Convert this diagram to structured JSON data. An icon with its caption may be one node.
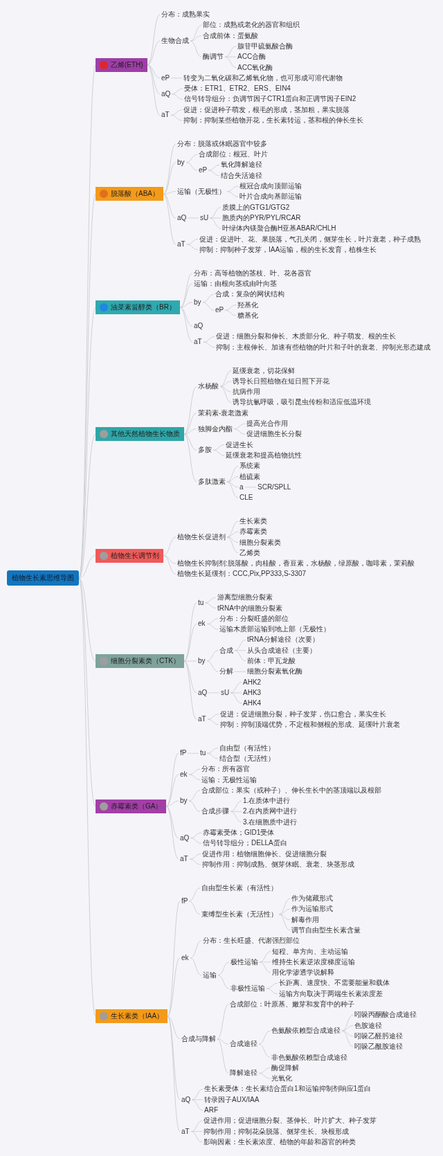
{
  "diagram": {
    "nodes": [
      {
        "text": [
          "植物生长素思维导图"
        ]
      },
      {
        "text": [
          "乙烯(ETH)"
        ]
      },
      {
        "text": [
          "分布：成熟果实"
        ]
      },
      {
        "text": [
          "生物合成"
        ]
      },
      {
        "text": [
          "部位：成熟或老化的器官和组织"
        ]
      },
      {
        "text": [
          "合成前体：蛋氨酸"
        ]
      },
      {
        "text": [
          "酶调节"
        ]
      },
      {
        "text": [
          "腺苷甲硫氨酸合酶"
        ]
      },
      {
        "text": [
          "ACC合酶"
        ]
      },
      {
        "text": [
          "ACC氧化酶"
        ]
      },
      {
        "text": [
          "eP"
        ]
      },
      {
        "text": [
          "转变为二氧化碳和乙烯氧化物，也可形成可溶代谢物"
        ]
      },
      {
        "text": [
          "aQ"
        ]
      },
      {
        "text": [
          "受体：ETR1、ETR2、ERS、EIN4"
        ]
      },
      {
        "text": [
          "信号转导组分：负调节因子CTR1蛋白和正调节因子EIN2"
        ]
      },
      {
        "text": [
          "aT"
        ]
      },
      {
        "text": [
          "促进：促进种子萌发，根毛的形成，茎加粗，果实脱落"
        ]
      },
      {
        "text": [
          "抑制：抑制某些植物开花，生长素转运，茎和根的伸长生长"
        ]
      },
      {
        "text": [
          "脱落酸（ABA）"
        ]
      },
      {
        "text": [
          "分布：脱落或休眠器官中较多"
        ]
      },
      {
        "text": [
          "by"
        ]
      },
      {
        "text": [
          "合成部位：根冠、叶片"
        ]
      },
      {
        "text": [
          "eP"
        ]
      },
      {
        "text": [
          "氧化降解途径"
        ]
      },
      {
        "text": [
          "结合失活途径"
        ]
      },
      {
        "text": [
          "运输（无极性）"
        ]
      },
      {
        "text": [
          "根冠合成向顶部运输"
        ]
      },
      {
        "text": [
          "叶片合成向基部运输"
        ]
      },
      {
        "text": [
          "aQ"
        ]
      },
      {
        "text": [
          "sU"
        ]
      },
      {
        "text": [
          "质膜上的GTG1/GTG2"
        ]
      },
      {
        "text": [
          "胞质内的PYR/PYL/RCAR"
        ]
      },
      {
        "text": [
          "叶绿体内镁螯合酶H亚基ABAR/CHLH"
        ]
      },
      {
        "text": [
          "aT"
        ]
      },
      {
        "text": [
          "促进：促进叶、花、果脱落，气孔关闭，侧芽生长，叶片衰老，种子成熟"
        ]
      },
      {
        "text": [
          "抑制：抑制种子发芽，IAA运输，根的生长发育，植株生长"
        ]
      },
      {
        "text": [
          "油菜素甾醇类（BR）"
        ]
      },
      {
        "text": [
          "分布：高等植物的茎枝、叶、花各器官"
        ]
      },
      {
        "text": [
          "运输：由根向茎或由叶向茎"
        ]
      },
      {
        "text": [
          "by"
        ]
      },
      {
        "text": [
          "合成：复杂的网状结构"
        ]
      },
      {
        "text": [
          "eP"
        ]
      },
      {
        "text": [
          "羟基化"
        ]
      },
      {
        "text": [
          "糖基化"
        ]
      },
      {
        "text": [
          "aQ"
        ]
      },
      {
        "text": [
          "aT"
        ]
      },
      {
        "text": [
          "促进：细胞分裂和伸长、木质部分化、种子萌发、根的生长"
        ]
      },
      {
        "text": [
          "抑制：主根伸长、加速有些植物的叶片和子叶的衰老、抑制光形态建成"
        ]
      },
      {
        "text": [
          "其他天然植物生长物质"
        ]
      },
      {
        "text": [
          "水杨酸"
        ]
      },
      {
        "text": [
          "延缓衰老，切花保鲜"
        ]
      },
      {
        "text": [
          "诱导长日照植物在短日照下开花"
        ]
      },
      {
        "text": [
          "抗病作用"
        ]
      },
      {
        "text": [
          "诱导抗氰呼吸，吸引昆虫传粉和适应低温环境"
        ]
      },
      {
        "text": [
          "茉莉素-衰老激素"
        ]
      },
      {
        "text": [
          "独脚金内酯"
        ]
      },
      {
        "text": [
          "提高光合作用"
        ]
      },
      {
        "text": [
          "促进细胞生长分裂"
        ]
      },
      {
        "text": [
          "多胺"
        ]
      },
      {
        "text": [
          "促进生长"
        ]
      },
      {
        "text": [
          "延缓衰老和提高植物抗性"
        ]
      },
      {
        "text": [
          "多肽激素"
        ]
      },
      {
        "text": [
          "系统素"
        ]
      },
      {
        "text": [
          "植硫素"
        ]
      },
      {
        "text": [
          "a"
        ]
      },
      {
        "text": [
          "SCR/SPLL"
        ]
      },
      {
        "text": [
          "CLE"
        ]
      },
      {
        "text": [
          "植物生长调节剂"
        ]
      },
      {
        "text": [
          "植物生长促进剂"
        ]
      },
      {
        "text": [
          "生长素类"
        ]
      },
      {
        "text": [
          "赤霉素类"
        ]
      },
      {
        "text": [
          "细胞分裂素类"
        ]
      },
      {
        "text": [
          "乙烯类"
        ]
      },
      {
        "text": [
          "植物生长抑制剂:脱落酸，肉桂酸，香豆素，水杨酸，绿原酸，咖啡素，茉莉酸"
        ]
      },
      {
        "text": [
          "植物生长延缓剂：CCC,Pix,PP333,S-3307"
        ]
      },
      {
        "text": [
          "细胞分裂素类（CTK）"
        ]
      },
      {
        "text": [
          "tu"
        ]
      },
      {
        "text": [
          "游离型细胞分裂素"
        ]
      },
      {
        "text": [
          "tRNA中的细胞分裂素"
        ]
      },
      {
        "text": [
          "ek"
        ]
      },
      {
        "text": [
          "分布：分裂旺盛的部位"
        ]
      },
      {
        "text": [
          "运输木质部运输到地上部（无极性）"
        ]
      },
      {
        "text": [
          "by"
        ]
      },
      {
        "text": [
          "合成"
        ]
      },
      {
        "text": [
          "tRNA分解途径（次要）"
        ]
      },
      {
        "text": [
          "从头合成途径（主要）"
        ]
      },
      {
        "text": [
          "前体：甲瓦龙酸"
        ]
      },
      {
        "text": [
          "分解"
        ]
      },
      {
        "text": [
          "细胞分裂素氧化酶"
        ]
      },
      {
        "text": [
          "aQ"
        ]
      },
      {
        "text": [
          "sU"
        ]
      },
      {
        "text": [
          "AHK2"
        ]
      },
      {
        "text": [
          "AHK3"
        ]
      },
      {
        "text": [
          "AHK4"
        ]
      },
      {
        "text": [
          "aT"
        ]
      },
      {
        "text": [
          "促进：促进细胞分裂，种子发芽，伤口愈合，果实生长"
        ]
      },
      {
        "text": [
          "抑制：抑制顶端优势，不定根和侧根的形成、延缓叶片衰老"
        ]
      },
      {
        "text": [
          "赤霉素类（GA）"
        ]
      },
      {
        "text": [
          "fP"
        ]
      },
      {
        "text": [
          "tu"
        ]
      },
      {
        "text": [
          "自由型（有活性）"
        ]
      },
      {
        "text": [
          "结合型（无活性）"
        ]
      },
      {
        "text": [
          "ek"
        ]
      },
      {
        "text": [
          "分布：所有器官"
        ]
      },
      {
        "text": [
          "运输：无极性运输"
        ]
      },
      {
        "text": [
          "by"
        ]
      },
      {
        "text": [
          "合成部位：果实（或种子）、伸长生长中的茎顶端以及根部"
        ]
      },
      {
        "text": [
          "合成步骤"
        ]
      },
      {
        "text": [
          "1.在质体中进行"
        ]
      },
      {
        "text": [
          "2.在内质网中进行"
        ]
      },
      {
        "text": [
          "3.在细胞质中进行"
        ]
      },
      {
        "text": [
          "aQ"
        ]
      },
      {
        "text": [
          "赤霉素受体；GID1受体"
        ]
      },
      {
        "text": [
          "信号转导组分；DELLA蛋白"
        ]
      },
      {
        "text": [
          "aT"
        ]
      },
      {
        "text": [
          "促进作用：植物细胞伸长、促进细胞分裂"
        ]
      },
      {
        "text": [
          "抑制作用：抑制成熟、侧芽休眠、衰老、块茎形成"
        ]
      },
      {
        "text": [
          "生长素类（IAA）"
        ]
      },
      {
        "text": [
          "fP"
        ]
      },
      {
        "text": [
          "自由型生长素（有活性）"
        ]
      },
      {
        "text": [
          "束缚型生长素（无活性）"
        ]
      },
      {
        "text": [
          "作为储藏形式"
        ]
      },
      {
        "text": [
          "作为运输形式"
        ]
      },
      {
        "text": [
          "解毒作用"
        ]
      },
      {
        "text": [
          "调节自由型生长素含量"
        ]
      },
      {
        "text": [
          "ek"
        ]
      },
      {
        "text": [
          "分布：生长旺盛、代谢强烈部位"
        ]
      },
      {
        "text": [
          "运输"
        ]
      },
      {
        "text": [
          "极性运输"
        ]
      },
      {
        "text": [
          "短程、单方向、主动运输"
        ]
      },
      {
        "text": [
          "维持生长素逆浓度梯度运输"
        ]
      },
      {
        "text": [
          "用化学渗透学说解释"
        ]
      },
      {
        "text": [
          "非极性运输"
        ]
      },
      {
        "text": [
          "长距离、速度快、不需要能量和载体"
        ]
      },
      {
        "text": [
          "运输方向取决于两端生长素浓度差"
        ]
      },
      {
        "text": [
          "合成与降解"
        ]
      },
      {
        "text": [
          "合成部位：叶原基、嫩芽和发育中的种子"
        ]
      },
      {
        "text": [
          "合成途径"
        ]
      },
      {
        "text": [
          "色氨酸依赖型合成途径"
        ]
      },
      {
        "text": [
          "吲哚丙酮酸合成途径"
        ]
      },
      {
        "text": [
          "色胺途径"
        ]
      },
      {
        "text": [
          "吲哚乙醛肟途径"
        ]
      },
      {
        "text": [
          "吲哚乙酰胺途径"
        ]
      },
      {
        "text": [
          "非色氨酸依赖型合成途径"
        ]
      },
      {
        "text": [
          "降解途径"
        ]
      },
      {
        "text": [
          "酶促降解"
        ]
      },
      {
        "text": [
          "光氧化"
        ]
      },
      {
        "text": [
          "aQ"
        ]
      },
      {
        "text": [
          "生长素受体：生长素结合蛋白1和运输抑制剂响应1蛋白"
        ]
      },
      {
        "text": [
          "转录因子AUX/IAA"
        ]
      },
      {
        "text": [
          "ARF"
        ]
      },
      {
        "text": [
          "aT"
        ]
      },
      {
        "text": [
          "促进作用；促进细胞分裂、茎伸长、叶片扩大、种子发芽"
        ]
      },
      {
        "text": [
          "抑制作用；抑制花朵脱落、侧芽生长、块根形成"
        ]
      },
      {
        "text": [
          "影响因素：生长素浓度、植物的年龄和器官的种类"
        ]
      }
    ],
    "edges": [
      {
        "from": 0,
        "to": 1,
        "arrow": "none"
      },
      {
        "from": 1,
        "to": 2,
        "arrow": "none"
      },
      {
        "from": 1,
        "to": 3,
        "arrow": "none"
      },
      {
        "from": 3,
        "to": 4,
        "arrow": "none"
      },
      {
        "from": 3,
        "to": 5,
        "arrow": "none"
      },
      {
        "from": 3,
        "to": 6,
        "arrow": "none"
      },
      {
        "from": 6,
        "to": 7,
        "arrow": "none"
      },
      {
        "from": 6,
        "to": 8,
        "arrow": "none"
      },
      {
        "from": 6,
        "to": 9,
        "arrow": "none"
      },
      {
        "from": 1,
        "to": 10,
        "arrow": "none"
      },
      {
        "from": 10,
        "to": 11,
        "arrow": "none"
      },
      {
        "from": 1,
        "to": 12,
        "arrow": "none"
      },
      {
        "from": 12,
        "to": 13,
        "arrow": "none"
      },
      {
        "from": 12,
        "to": 14,
        "arrow": "none"
      },
      {
        "from": 1,
        "to": 15,
        "arrow": "none"
      },
      {
        "from": 15,
        "to": 16,
        "arrow": "none"
      },
      {
        "from": 15,
        "to": 17,
        "arrow": "none"
      },
      {
        "from": 0,
        "to": 18,
        "arrow": "none"
      },
      {
        "from": 18,
        "to": 19,
        "arrow": "none"
      },
      {
        "from": 18,
        "to": 20,
        "arrow": "none"
      },
      {
        "from": 20,
        "to": 21,
        "arrow": "none"
      },
      {
        "from": 20,
        "to": 22,
        "arrow": "none"
      },
      {
        "from": 22,
        "to": 23,
        "arrow": "none"
      },
      {
        "from": 22,
        "to": 24,
        "arrow": "none"
      },
      {
        "from": 18,
        "to": 25,
        "arrow": "none"
      },
      {
        "from": 25,
        "to": 26,
        "arrow": "none"
      },
      {
        "from": 25,
        "to": 27,
        "arrow": "none"
      },
      {
        "from": 18,
        "to": 28,
        "arrow": "none"
      },
      {
        "from": 28,
        "to": 29,
        "arrow": "none"
      },
      {
        "from": 29,
        "to": 30,
        "arrow": "none"
      },
      {
        "from": 29,
        "to": 31,
        "arrow": "none"
      },
      {
        "from": 29,
        "to": 32,
        "arrow": "none"
      },
      {
        "from": 18,
        "to": 33,
        "arrow": "none"
      },
      {
        "from": 33,
        "to": 34,
        "arrow": "none"
      },
      {
        "from": 33,
        "to": 35,
        "arrow": "none"
      },
      {
        "from": 0,
        "to": 36,
        "arrow": "none"
      },
      {
        "from": 36,
        "to": 37,
        "arrow": "none"
      },
      {
        "from": 36,
        "to": 38,
        "arrow": "none"
      },
      {
        "from": 36,
        "to": 39,
        "arrow": "none"
      },
      {
        "from": 39,
        "to": 40,
        "arrow": "none"
      },
      {
        "from": 39,
        "to": 41,
        "arrow": "none"
      },
      {
        "from": 41,
        "to": 42,
        "arrow": "none"
      },
      {
        "from": 41,
        "to": 43,
        "arrow": "none"
      },
      {
        "from": 36,
        "to": 44,
        "arrow": "none"
      },
      {
        "from": 36,
        "to": 45,
        "arrow": "none"
      },
      {
        "from": 45,
        "to": 46,
        "arrow": "none"
      },
      {
        "from": 45,
        "to": 47,
        "arrow": "none"
      },
      {
        "from": 0,
        "to": 48,
        "arrow": "none"
      },
      {
        "from": 48,
        "to": 49,
        "arrow": "none"
      },
      {
        "from": 49,
        "to": 50,
        "arrow": "none"
      },
      {
        "from": 49,
        "to": 51,
        "arrow": "none"
      },
      {
        "from": 49,
        "to": 52,
        "arrow": "none"
      },
      {
        "from": 49,
        "to": 53,
        "arrow": "none"
      },
      {
        "from": 48,
        "to": 54,
        "arrow": "none"
      },
      {
        "from": 48,
        "to": 55,
        "arrow": "none"
      },
      {
        "from": 55,
        "to": 56,
        "arrow": "none"
      },
      {
        "from": 55,
        "to": 57,
        "arrow": "none"
      },
      {
        "from": 48,
        "to": 58,
        "arrow": "none"
      },
      {
        "from": 58,
        "to": 59,
        "arrow": "none"
      },
      {
        "from": 58,
        "to": 60,
        "arrow": "none"
      },
      {
        "from": 48,
        "to": 61,
        "arrow": "none"
      },
      {
        "from": 61,
        "to": 62,
        "arrow": "none"
      },
      {
        "from": 61,
        "to": 63,
        "arrow": "none"
      },
      {
        "from": 61,
        "to": 64,
        "arrow": "none"
      },
      {
        "from": 64,
        "to": 65,
        "arrow": "none"
      },
      {
        "from": 61,
        "to": 66,
        "arrow": "none"
      },
      {
        "from": 0,
        "to": 67,
        "arrow": "none"
      },
      {
        "from": 67,
        "to": 68,
        "arrow": "none"
      },
      {
        "from": 68,
        "to": 69,
        "arrow": "none"
      },
      {
        "from": 68,
        "to": 70,
        "arrow": "none"
      },
      {
        "from": 68,
        "to": 71,
        "arrow": "none"
      },
      {
        "from": 68,
        "to": 72,
        "arrow": "none"
      },
      {
        "from": 67,
        "to": 73,
        "arrow": "none"
      },
      {
        "from": 67,
        "to": 74,
        "arrow": "none"
      },
      {
        "from": 0,
        "to": 75,
        "arrow": "none"
      },
      {
        "from": 75,
        "to": 76,
        "arrow": "none"
      },
      {
        "from": 76,
        "to": 77,
        "arrow": "none"
      },
      {
        "from": 76,
        "to": 78,
        "arrow": "none"
      },
      {
        "from": 75,
        "to": 79,
        "arrow": "none"
      },
      {
        "from": 79,
        "to": 80,
        "arrow": "none"
      },
      {
        "from": 79,
        "to": 81,
        "arrow": "none"
      },
      {
        "from": 75,
        "to": 82,
        "arrow": "none"
      },
      {
        "from": 82,
        "to": 83,
        "arrow": "none"
      },
      {
        "from": 83,
        "to": 84,
        "arrow": "none"
      },
      {
        "from": 83,
        "to": 85,
        "arrow": "none"
      },
      {
        "from": 83,
        "to": 86,
        "arrow": "none"
      },
      {
        "from": 82,
        "to": 87,
        "arrow": "none"
      },
      {
        "from": 87,
        "to": 88,
        "arrow": "none"
      },
      {
        "from": 75,
        "to": 89,
        "arrow": "none"
      },
      {
        "from": 89,
        "to": 90,
        "arrow": "none"
      },
      {
        "from": 90,
        "to": 91,
        "arrow": "none"
      },
      {
        "from": 90,
        "to": 92,
        "arrow": "none"
      },
      {
        "from": 90,
        "to": 93,
        "arrow": "none"
      },
      {
        "from": 75,
        "to": 94,
        "arrow": "none"
      },
      {
        "from": 94,
        "to": 95,
        "arrow": "none"
      },
      {
        "from": 94,
        "to": 96,
        "arrow": "none"
      },
      {
        "from": 0,
        "to": 97,
        "arrow": "none"
      },
      {
        "from": 97,
        "to": 98,
        "arrow": "none"
      },
      {
        "from": 98,
        "to": 99,
        "arrow": "none"
      },
      {
        "from": 99,
        "to": 100,
        "arrow": "none"
      },
      {
        "from": 99,
        "to": 101,
        "arrow": "none"
      },
      {
        "from": 97,
        "to": 102,
        "arrow": "none"
      },
      {
        "from": 102,
        "to": 103,
        "arrow": "none"
      },
      {
        "from": 102,
        "to": 104,
        "arrow": "none"
      },
      {
        "from": 97,
        "to": 105,
        "arrow": "none"
      },
      {
        "from": 105,
        "to": 106,
        "arrow": "none"
      },
      {
        "from": 105,
        "to": 107,
        "arrow": "none"
      },
      {
        "from": 107,
        "to": 108,
        "arrow": "none"
      },
      {
        "from": 107,
        "to": 109,
        "arrow": "none"
      },
      {
        "from": 107,
        "to": 110,
        "arrow": "none"
      },
      {
        "from": 97,
        "to": 111,
        "arrow": "none"
      },
      {
        "from": 111,
        "to": 112,
        "arrow": "none"
      },
      {
        "from": 111,
        "to": 113,
        "arrow": "none"
      },
      {
        "from": 97,
        "to": 114,
        "arrow": "none"
      },
      {
        "from": 114,
        "to": 115,
        "arrow": "none"
      },
      {
        "from": 114,
        "to": 116,
        "arrow": "none"
      },
      {
        "from": 0,
        "to": 117,
        "arrow": "none"
      },
      {
        "from": 117,
        "to": 118,
        "arrow": "none"
      },
      {
        "from": 118,
        "to": 119,
        "arrow": "none"
      },
      {
        "from": 118,
        "to": 120,
        "arrow": "none"
      },
      {
        "from": 120,
        "to": 121,
        "arrow": "none"
      },
      {
        "from": 120,
        "to": 122,
        "arrow": "none"
      },
      {
        "from": 120,
        "to": 123,
        "arrow": "none"
      },
      {
        "from": 120,
        "to": 124,
        "arrow": "none"
      },
      {
        "from": 117,
        "to": 125,
        "arrow": "none"
      },
      {
        "from": 125,
        "to": 126,
        "arrow": "none"
      },
      {
        "from": 125,
        "to": 127,
        "arrow": "none"
      },
      {
        "from": 127,
        "to": 128,
        "arrow": "none"
      },
      {
        "from": 128,
        "to": 129,
        "arrow": "none"
      },
      {
        "from": 128,
        "to": 130,
        "arrow": "none"
      },
      {
        "from": 128,
        "to": 131,
        "arrow": "none"
      },
      {
        "from": 127,
        "to": 132,
        "arrow": "none"
      },
      {
        "from": 132,
        "to": 133,
        "arrow": "none"
      },
      {
        "from": 132,
        "to": 134,
        "arrow": "none"
      },
      {
        "from": 117,
        "to": 135,
        "arrow": "none"
      },
      {
        "from": 135,
        "to": 136,
        "arrow": "none"
      },
      {
        "from": 135,
        "to": 137,
        "arrow": "none"
      },
      {
        "from": 137,
        "to": 138,
        "arrow": "none"
      },
      {
        "from": 138,
        "to": 139,
        "arrow": "none"
      },
      {
        "from": 138,
        "to": 140,
        "arrow": "none"
      },
      {
        "from": 138,
        "to": 141,
        "arrow": "none"
      },
      {
        "from": 138,
        "to": 142,
        "arrow": "none"
      },
      {
        "from": 137,
        "to": 143,
        "arrow": "none"
      },
      {
        "from": 135,
        "to": 144,
        "arrow": "none"
      },
      {
        "from": 144,
        "to": 145,
        "arrow": "none"
      },
      {
        "from": 144,
        "to": 146,
        "arrow": "none"
      },
      {
        "from": 117,
        "to": 147,
        "arrow": "none"
      },
      {
        "from": 147,
        "to": 148,
        "arrow": "none"
      },
      {
        "from": 147,
        "to": 149,
        "arrow": "none"
      },
      {
        "from": 147,
        "to": 150,
        "arrow": "none"
      },
      {
        "from": 117,
        "to": 151,
        "arrow": "none"
      },
      {
        "from": 151,
        "to": 152,
        "arrow": "none"
      },
      {
        "from": 151,
        "to": 153,
        "arrow": "none"
      },
      {
        "from": 151,
        "to": 154,
        "arrow": "none"
      }
    ]
  }
}
